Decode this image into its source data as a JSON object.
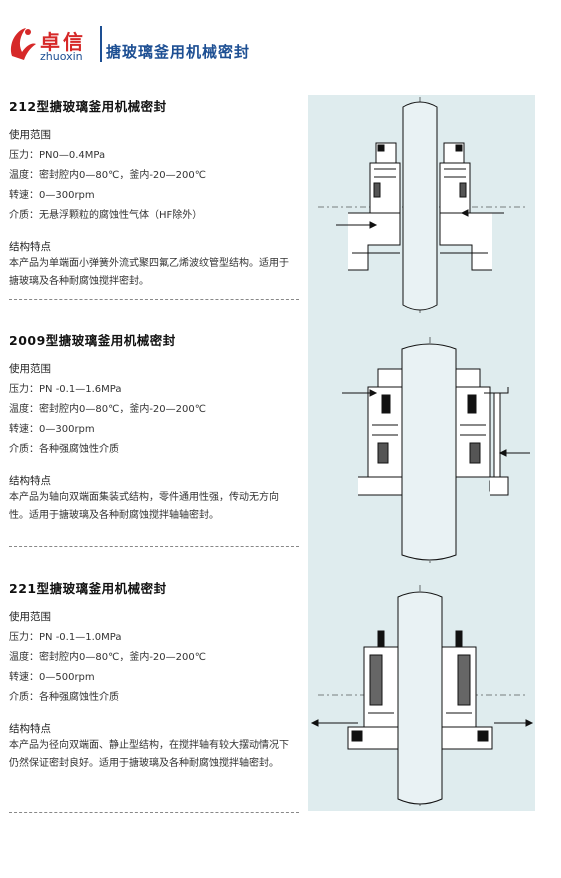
{
  "header": {
    "brand_cn": "卓信",
    "brand_en": "zhuoxin",
    "title": "搪玻璃釜用机械密封"
  },
  "products": [
    {
      "title": "212型搪玻璃釜用机械密封",
      "usage_label": "使用范围",
      "specs": [
        "压力：PN0—0.4MPa",
        "温度：密封腔内0—80℃，釜内-20—200℃",
        "转速：0—300rpm",
        "介质：无悬浮颗粒的腐蚀性气体（HF除外）"
      ],
      "feature_label": "结构特点",
      "features": "本产品为单端面小弹簧外流式聚四氟乙烯波纹管型结构。适用于搪玻璃及各种耐腐蚀搅拌密封。"
    },
    {
      "title": "2009型搪玻璃釜用机械密封",
      "usage_label": "使用范围",
      "specs": [
        "压力：PN -0.1—1.6MPa",
        "温度：密封腔内0—80℃，釜内-20—200℃",
        "转速：0—300rpm",
        "介质：各种强腐蚀性介质"
      ],
      "feature_label": "结构特点",
      "features": "本产品为轴向双端面集装式结构，零件通用性强，传动无方向性。适用于搪玻璃及各种耐腐蚀搅拌轴轴密封。"
    },
    {
      "title": "221型搪玻璃釜用机械密封",
      "usage_label": "使用范围",
      "specs": [
        "压力：PN -0.1—1.0MPa",
        "温度：密封腔内0—80℃，釜内-20—200℃",
        "转速：0—500rpm",
        "介质：各种强腐蚀性介质"
      ],
      "feature_label": "结构特点",
      "features": "本产品为径向双端面、静止型结构，在搅拌轴有较大摆动情况下仍然保证密封良好。适用于搪玻璃及各种耐腐蚀搅拌轴密封。"
    }
  ],
  "colors": {
    "brand_red": "#d62828",
    "brand_blue": "#1d4f93",
    "panel_bg": "#dfecee"
  }
}
